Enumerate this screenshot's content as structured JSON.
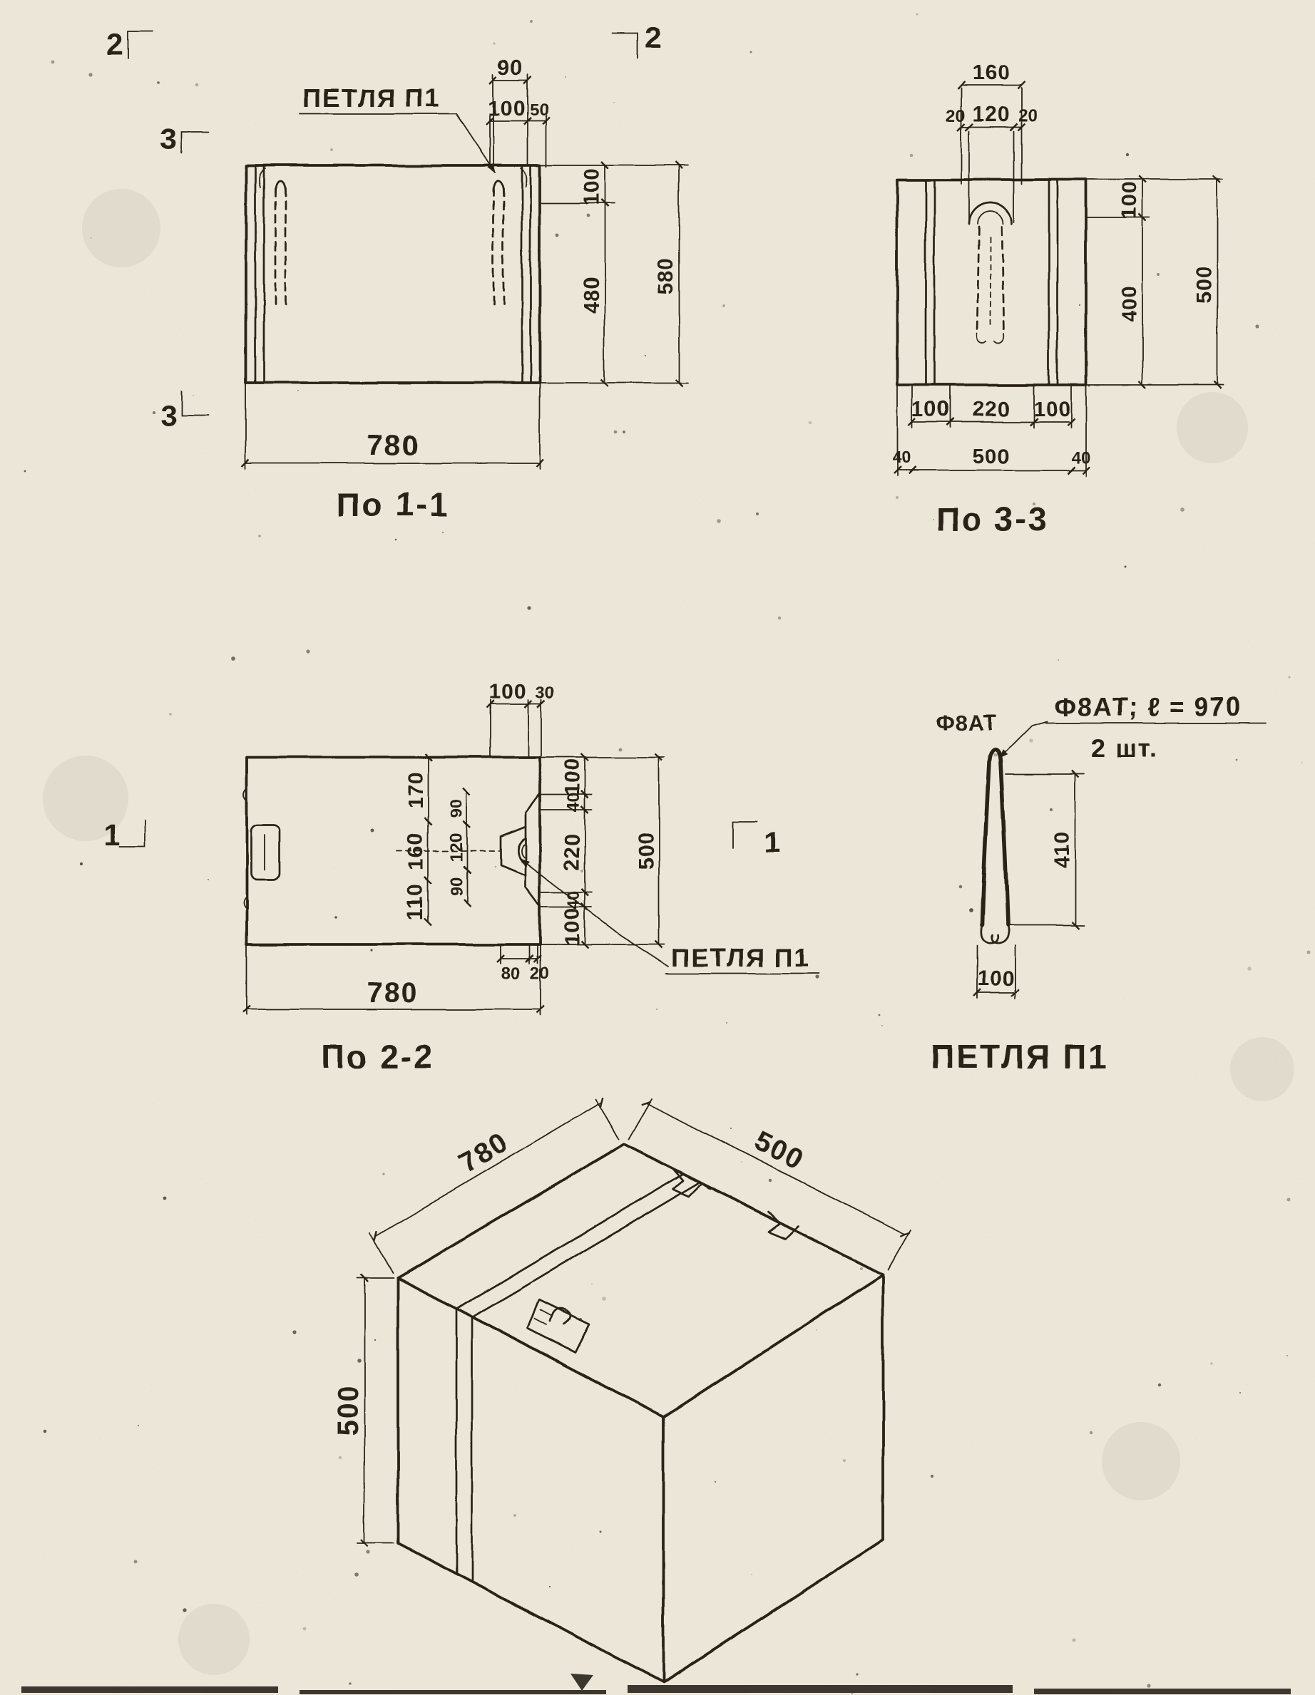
{
  "page": {
    "background": "#ebe6d8",
    "ink": "#2b2416"
  },
  "marks": {
    "m2a": "2",
    "m2b": "2",
    "m3a": "3",
    "m3b": "3",
    "m1a": "1",
    "m1b": "1"
  },
  "v11": {
    "title": "По 1-1",
    "callout": "ПЕТЛЯ П1",
    "d90": "90",
    "d100": "100",
    "d50": "50",
    "r100": "100",
    "r480": "480",
    "r580": "580",
    "b780": "780"
  },
  "v33": {
    "title": "По 3-3",
    "t160": "160",
    "t20l": "20",
    "t120": "120",
    "t20r": "20",
    "r100": "100",
    "r400": "400",
    "r500": "500",
    "b100l": "100",
    "b220": "220",
    "b100r": "100",
    "b40l": "40",
    "b500": "500",
    "b40r": "40"
  },
  "v22": {
    "title": "По 2-2",
    "callout": "ПЕТЛЯ П1",
    "t100": "100",
    "t30": "30",
    "c170": "170",
    "c160": "160",
    "c110": "110",
    "i90a": "90",
    "i120": "120",
    "i90b": "90",
    "r100t": "100",
    "r40t": "40",
    "r220": "220",
    "r40b": "40",
    "r100b": "100",
    "r500": "500",
    "p80": "80",
    "p20": "20",
    "b780": "780"
  },
  "loop": {
    "title": "ПЕТЛЯ П1",
    "mark": "Ф8АТ",
    "spec": "Ф8АТ; ℓ = 970",
    "qty": "2 шт.",
    "h410": "410",
    "w100": "100"
  },
  "iso": {
    "len": "780",
    "dep": "500",
    "hgt": "500"
  }
}
